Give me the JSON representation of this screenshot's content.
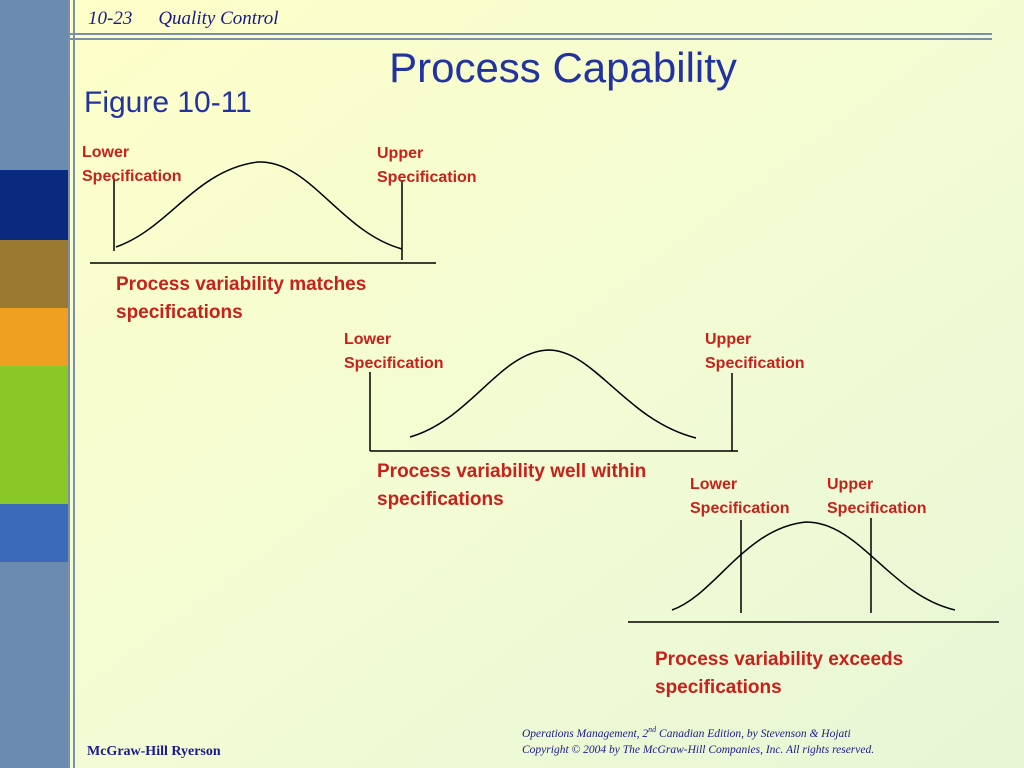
{
  "header": {
    "slide_number": "10-23",
    "chapter": "Quality Control"
  },
  "title": "Process Capability",
  "subtitle": "Figure 10-11",
  "diagrams": [
    {
      "lower_label": [
        "Lower",
        "Specification"
      ],
      "upper_label": [
        "Upper",
        "Specification"
      ],
      "caption": [
        "Process variability matches",
        "specifications"
      ]
    },
    {
      "lower_label": [
        "Lower",
        "Specification"
      ],
      "upper_label": [
        "Upper",
        "Specification"
      ],
      "caption": [
        "Process variability well within",
        "specifications"
      ]
    },
    {
      "lower_label": [
        "Lower",
        "Specification"
      ],
      "upper_label": [
        "Upper",
        "Specification"
      ],
      "caption": [
        "Process variability exceeds",
        "specifications"
      ]
    }
  ],
  "footer": {
    "publisher": "McGraw-Hill Ryerson",
    "credit_pre": "Operations Management, 2",
    "credit_sup": "nd",
    "credit_post": " Canadian Edition, by Stevenson & Hojati",
    "copyright": "Copyright © 2004 by The McGraw-Hill Companies, Inc.  All rights reserved."
  },
  "colors": {
    "title": "#2233a0",
    "label": "#c8201a",
    "background": "#ffffd0",
    "sidebar": [
      "#6b8cb0",
      "#0a2a80",
      "#9a7a30",
      "#f0a020",
      "#8ac828",
      "#3a6ab8"
    ]
  }
}
